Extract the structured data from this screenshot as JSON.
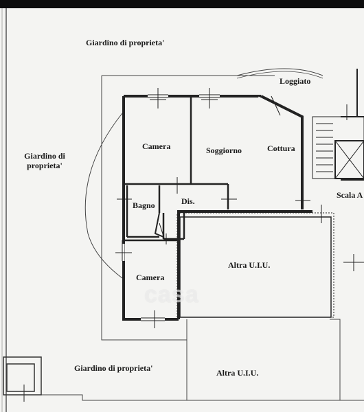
{
  "labels": {
    "garden_top": "Giardino di proprieta'",
    "garden_left_line1": "Giardino di",
    "garden_left_line2": "proprieta'",
    "garden_bottom": "Giardino di proprieta'",
    "loggiato": "Loggiato",
    "camera_top": "Camera",
    "soggiorno": "Soggiorno",
    "cottura": "Cottura",
    "bagno": "Bagno",
    "dis": "Dis.",
    "camera_bottom": "Camera",
    "altra_uiu_center": "Altra U.I.U.",
    "altra_uiu_bottom": "Altra U.I.U.",
    "scala": "Scala A"
  },
  "watermark": {
    "text": "casa"
  },
  "colors": {
    "wall": "#222222",
    "line": "#333333",
    "top_bar": "#0d0d0d",
    "background": "#f4f4f2"
  }
}
